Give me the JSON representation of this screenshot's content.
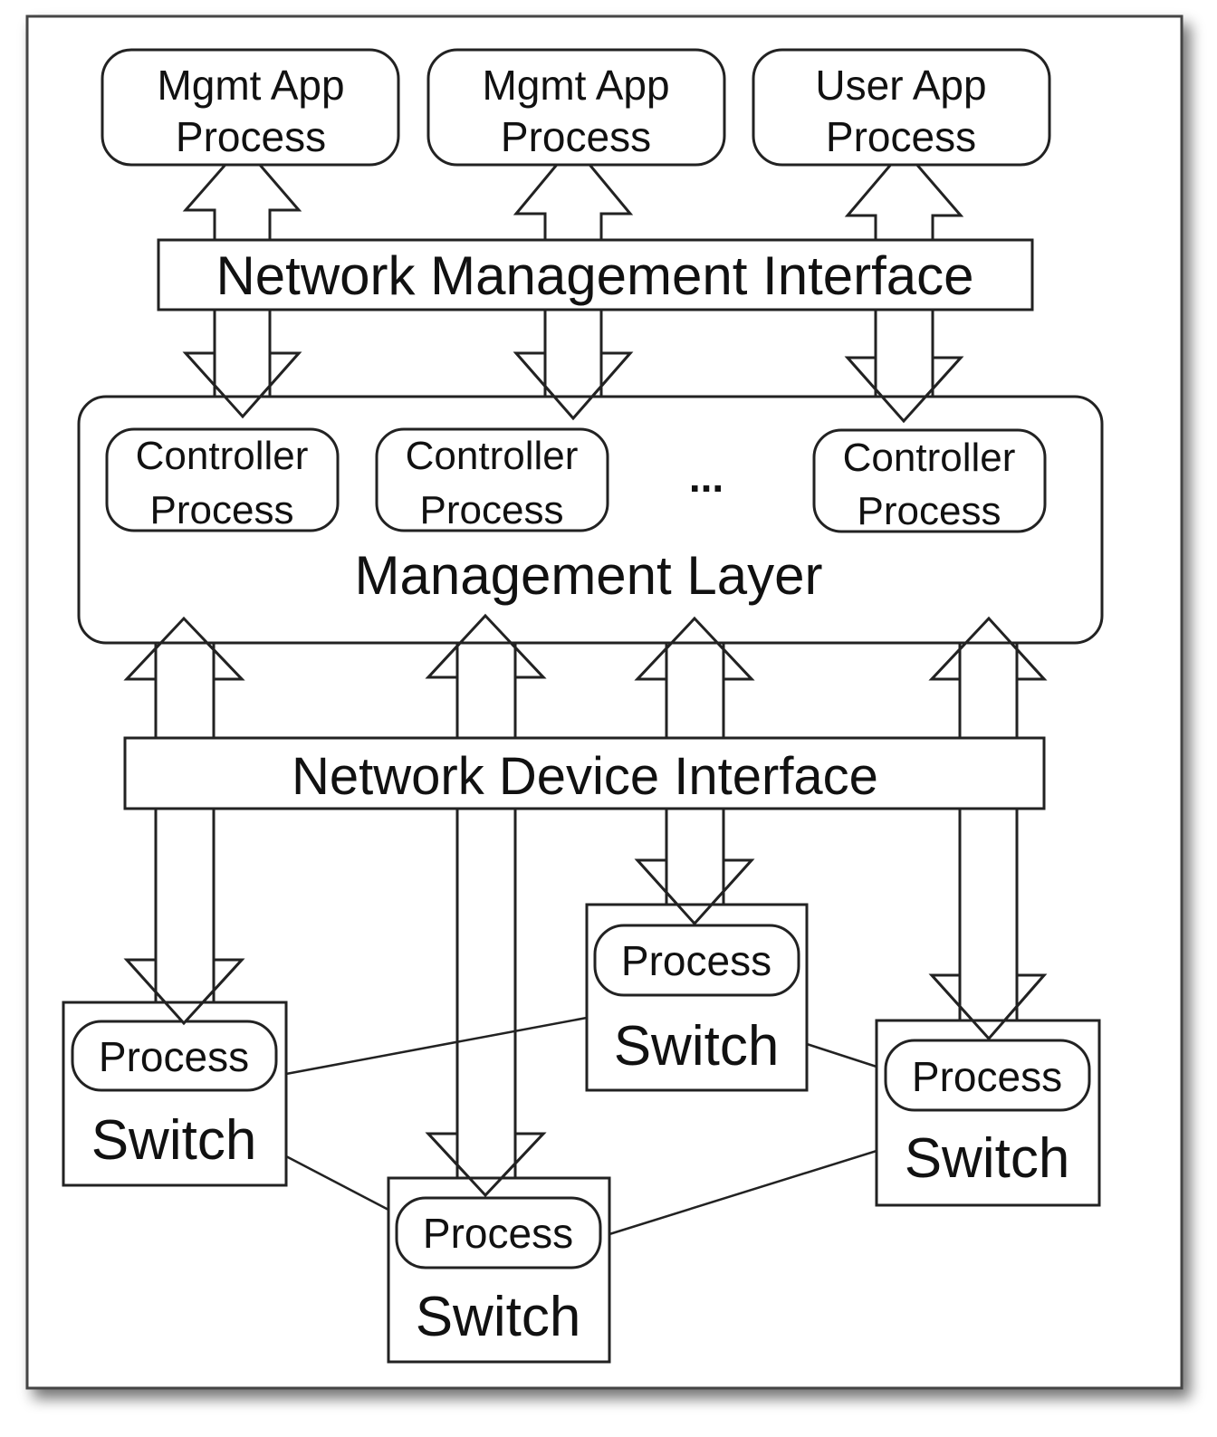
{
  "app_processes": [
    {
      "line1": "Mgmt App",
      "line2": "Process"
    },
    {
      "line1": "Mgmt App",
      "line2": "Process"
    },
    {
      "line1": "User App",
      "line2": "Process"
    }
  ],
  "network_management_interface": "Network Management Interface",
  "management_layer": {
    "label": "Management Layer",
    "ellipsis": "...",
    "controllers": [
      {
        "line1": "Controller",
        "line2": "Process"
      },
      {
        "line1": "Controller",
        "line2": "Process"
      },
      {
        "line1": "Controller",
        "line2": "Process"
      }
    ]
  },
  "network_device_interface": "Network Device Interface",
  "switches": [
    {
      "process": "Process",
      "label": "Switch"
    },
    {
      "process": "Process",
      "label": "Switch"
    },
    {
      "process": "Process",
      "label": "Switch"
    },
    {
      "process": "Process",
      "label": "Switch"
    }
  ],
  "colors": {
    "stroke": "#222222",
    "background": "#ffffff",
    "shadow": "#9a9a9a"
  }
}
